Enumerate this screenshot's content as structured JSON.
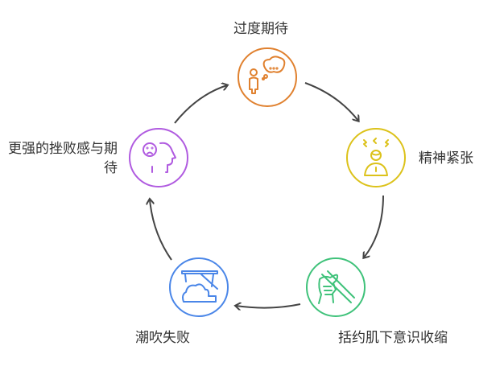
{
  "title": "过度期待循环",
  "colors": {
    "orange": "#e0812f",
    "yellow": "#dcc21a",
    "green": "#3fc27a",
    "blue": "#4a86e8",
    "purple": "#b05be0",
    "arrow": "#444444"
  },
  "steps": [
    {
      "label": "过度期待",
      "icon": "person-thought-bubble-icon"
    },
    {
      "label": "精神紧张",
      "icon": "stressed-person-icon"
    },
    {
      "label": "括约肌下意识收缩",
      "icon": "clenched-fist-icon"
    },
    {
      "label": "潮吹失败",
      "icon": "failed-fountain-icon"
    },
    {
      "label": "更强的挫败感与期待",
      "icon": "sad-head-icon"
    }
  ]
}
